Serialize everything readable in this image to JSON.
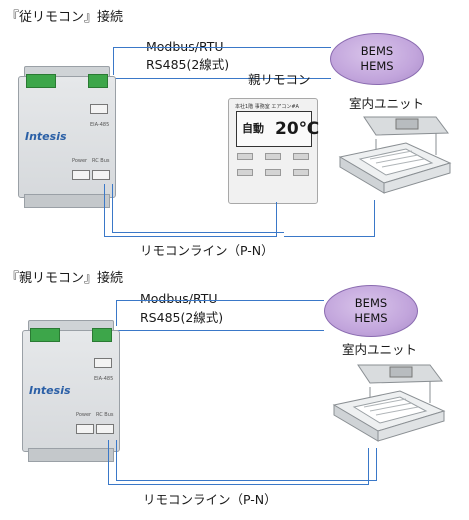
{
  "sections": [
    {
      "title": "『従リモコン』接続",
      "bus_label_line1": "Modbus/RTU",
      "bus_label_line2": "RS485(2線式)",
      "bems_line1": "BEMS",
      "bems_line2": "HEMS",
      "remote_label": "親リモコン",
      "unit_label": "室内ユニット",
      "line_label": "リモコンライン（P-N）"
    },
    {
      "title": "『親リモコン』接続",
      "bus_label_line1": "Modbus/RTU",
      "bus_label_line2": "RS485(2線式)",
      "bems_line1": "BEMS",
      "bems_line2": "HEMS",
      "unit_label": "室内ユニット",
      "line_label": "リモコンライン（P-N）"
    }
  ],
  "device": {
    "brand": "Intesis",
    "power_label": "Power",
    "rc_bus_label": "RC Bus",
    "eia_label": "EIA-485"
  },
  "remote": {
    "header": "本社1階 事務室 エアコン#A",
    "mode": "自動",
    "temp": "20℃"
  },
  "colors": {
    "line": "#3a78c8",
    "bems_fill": "#c2a5dc",
    "terminal_green": "#3da64a",
    "brand_blue": "#2a5fa6"
  }
}
